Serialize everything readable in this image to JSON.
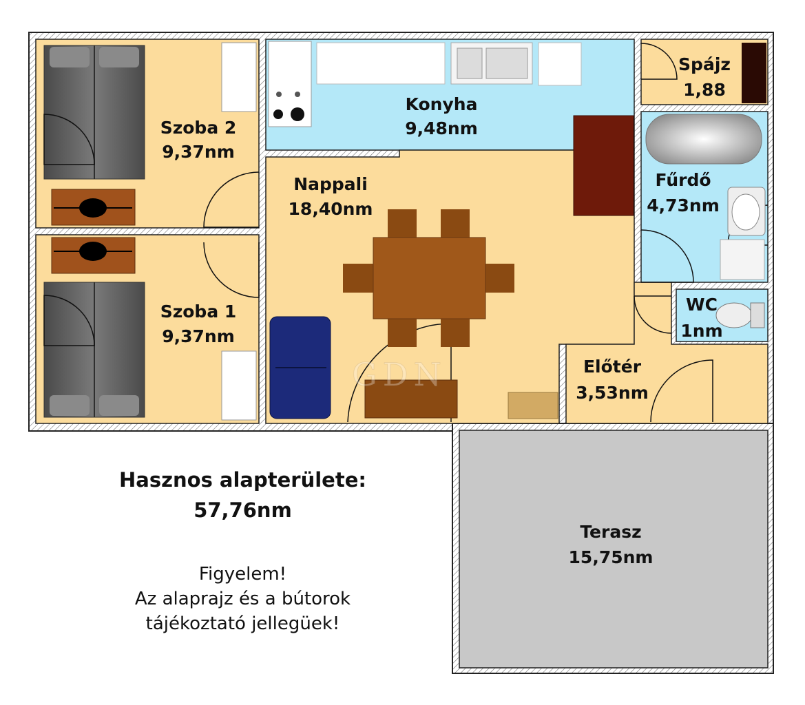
{
  "rooms": {
    "szoba2": {
      "name": "Szoba 2",
      "area": "9,37nm"
    },
    "szoba1": {
      "name": "Szoba 1",
      "area": "9,37nm"
    },
    "konyha": {
      "name": "Konyha",
      "area": "9,48nm"
    },
    "nappali": {
      "name": "Nappali",
      "area": "18,40nm"
    },
    "spajz": {
      "name": "Spájz",
      "area": "1,88"
    },
    "furdo": {
      "name": "Fűrdő",
      "area": "4,73nm"
    },
    "wc": {
      "name": "WC",
      "area": "1nm"
    },
    "eloter": {
      "name": "Előtér",
      "area": "3,53nm"
    },
    "terasz": {
      "name": "Terasz",
      "area": "15,75nm"
    }
  },
  "summary": {
    "title": "Hasznos alapterülete:",
    "area": "57,76nm"
  },
  "notice": {
    "line1": "Figyelem!",
    "line2": "Az alaprajz és a bútorok",
    "line3": "tájékoztató jellegüek!"
  },
  "watermark": "GDN",
  "colors": {
    "room": "#fcdc9c",
    "kitchen": "#b4e8f8",
    "bath": "#b4e8f8",
    "terrace": "#c8c8c8",
    "wall": "#ffffff",
    "wall_line": "#222222"
  }
}
